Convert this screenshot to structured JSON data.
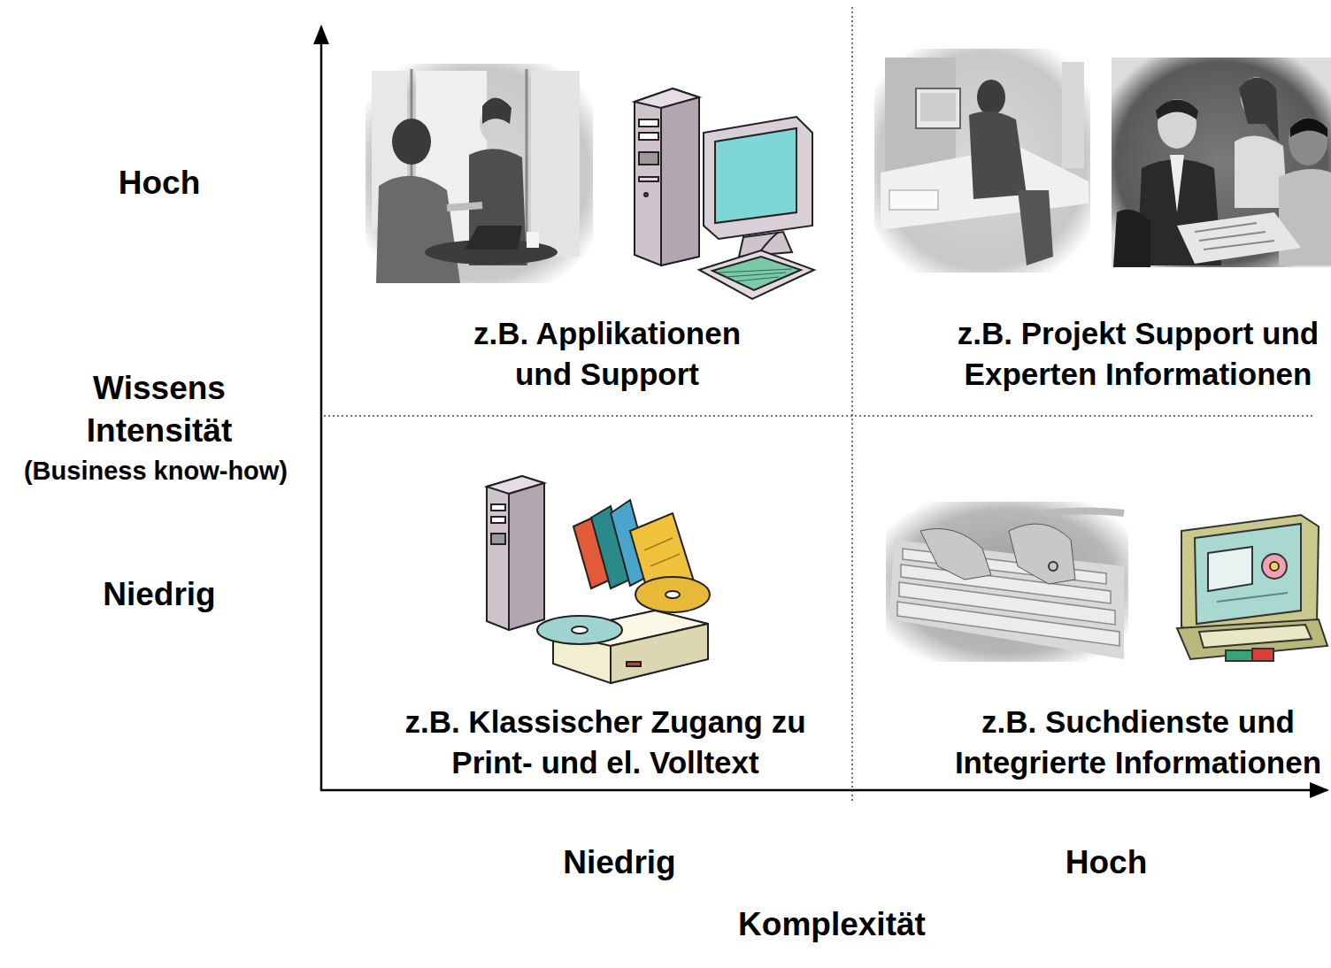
{
  "diagram": {
    "nodes": [
      {
        "text": [
          "z.B. Applikationen und Support"
        ]
      },
      {
        "text": [
          "z.B. Projekt Support und Experten Informationen"
        ]
      },
      {
        "text": [
          "z.B. Klassischer Zugang zu Print- und el. Volltext"
        ]
      },
      {
        "text": [
          "z.B. Suchdienste und Integrierte Informationen"
        ]
      }
    ],
    "labels": [
      "Hoch",
      "Wissens Intensität",
      "(Business know-how)",
      "Niedrig",
      "Niedrig",
      "Hoch",
      "Komplexität"
    ]
  }
}
